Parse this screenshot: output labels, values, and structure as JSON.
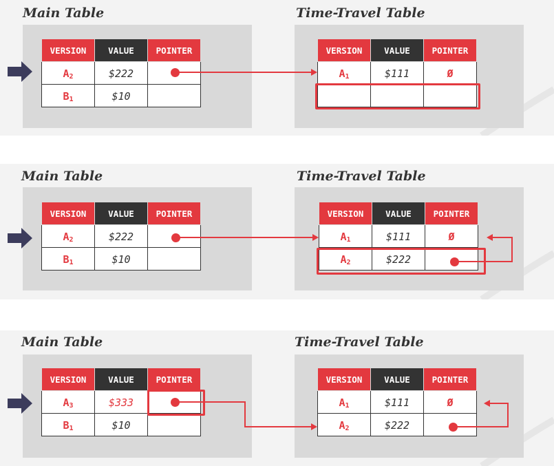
{
  "colors": {
    "accent": "#e3393f",
    "dark": "#333333",
    "box": "#d9d9d9"
  },
  "panels": [
    {
      "main_title": "Main Table",
      "tt_title": "Time-Travel Table",
      "main": {
        "headers": [
          "VERSION",
          "VALUE",
          "POINTER"
        ],
        "rows": [
          {
            "version": "A",
            "sub": "2",
            "value": "$222",
            "pointer": ""
          },
          {
            "version": "B",
            "sub": "1",
            "value": "$10",
            "pointer": ""
          }
        ]
      },
      "tt": {
        "headers": [
          "VERSION",
          "VALUE",
          "POINTER"
        ],
        "rows": [
          {
            "version": "A",
            "sub": "1",
            "value": "$111",
            "pointer": "Ø"
          },
          {
            "version": "",
            "sub": "",
            "value": "",
            "pointer": ""
          }
        ]
      }
    },
    {
      "main_title": "Main Table",
      "tt_title": "Time-Travel Table",
      "main": {
        "headers": [
          "VERSION",
          "VALUE",
          "POINTER"
        ],
        "rows": [
          {
            "version": "A",
            "sub": "2",
            "value": "$222",
            "pointer": ""
          },
          {
            "version": "B",
            "sub": "1",
            "value": "$10",
            "pointer": ""
          }
        ]
      },
      "tt": {
        "headers": [
          "VERSION",
          "VALUE",
          "POINTER"
        ],
        "rows": [
          {
            "version": "A",
            "sub": "1",
            "value": "$111",
            "pointer": "Ø"
          },
          {
            "version": "A",
            "sub": "2",
            "value": "$222",
            "pointer": ""
          }
        ]
      }
    },
    {
      "main_title": "Main Table",
      "tt_title": "Time-Travel Table",
      "main": {
        "headers": [
          "VERSION",
          "VALUE",
          "POINTER"
        ],
        "rows": [
          {
            "version": "A",
            "sub": "3",
            "value": "$333",
            "pointer": ""
          },
          {
            "version": "B",
            "sub": "1",
            "value": "$10",
            "pointer": ""
          }
        ]
      },
      "tt": {
        "headers": [
          "VERSION",
          "VALUE",
          "POINTER"
        ],
        "rows": [
          {
            "version": "A",
            "sub": "1",
            "value": "$111",
            "pointer": "Ø"
          },
          {
            "version": "A",
            "sub": "2",
            "value": "$222",
            "pointer": ""
          }
        ]
      }
    }
  ]
}
